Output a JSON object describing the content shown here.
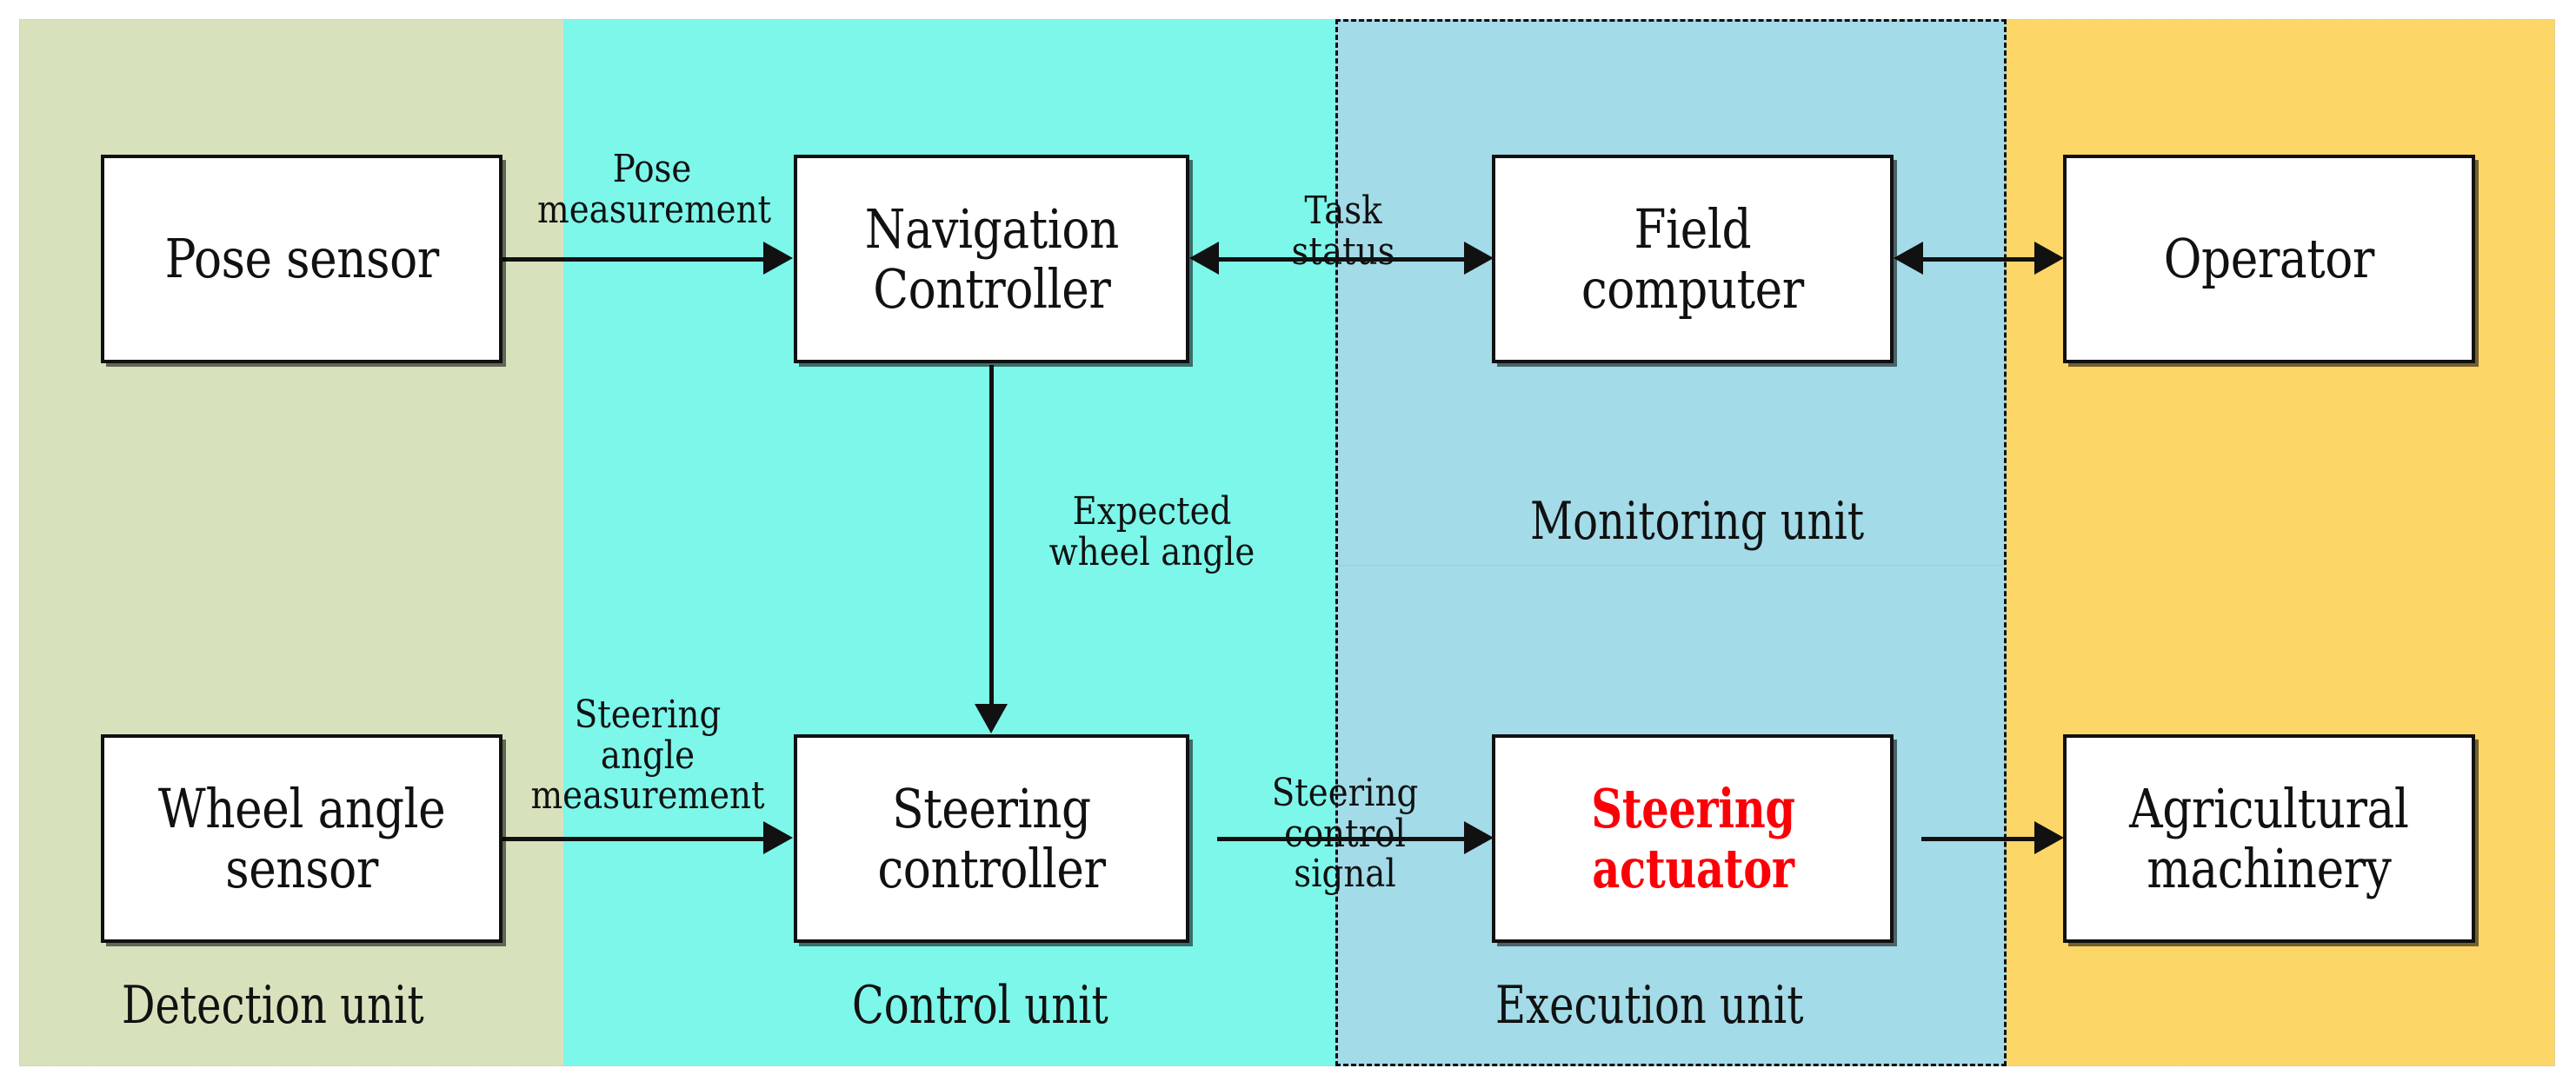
{
  "diagram": {
    "title": "Agricultural auto-steering system architecture",
    "colors": {
      "detection_band": "#d7e2bd",
      "control_band": "#7cf7ea",
      "monitoring_band": "#a3dbe8",
      "operator_band": "#fcd667",
      "highlight_text": "#fb0007",
      "stroke": "#111111"
    }
  },
  "bands": {
    "detection": {
      "caption": "Detection unit"
    },
    "control": {
      "caption": "Control unit"
    },
    "execution": {
      "caption": "Execution unit"
    },
    "monitoring": {
      "caption": "Monitoring unit"
    },
    "operator": {
      "caption": ""
    }
  },
  "nodes": {
    "pose_sensor": {
      "label": "Pose sensor"
    },
    "wheel_angle_sensor": {
      "label": "Wheel angle\nsensor"
    },
    "navigation_controller": {
      "label": "Navigation\nController"
    },
    "steering_controller": {
      "label": "Steering\ncontroller"
    },
    "field_computer": {
      "label": "Field\ncomputer"
    },
    "steering_actuator": {
      "label": "Steering\nactuator"
    },
    "operator": {
      "label": "Operator"
    },
    "agricultural_machinery": {
      "label": "Agricultural\nmachinery"
    }
  },
  "edges": {
    "pose_measurement": {
      "label": "Pose\nmeasurement"
    },
    "task_status": {
      "label": "Task\nstatus"
    },
    "expected_wheel_angle": {
      "label": "Expected\nwheel angle"
    },
    "steering_angle_measurement": {
      "label": "Steering\nangle\nmeasurement"
    },
    "steering_control_signal": {
      "label": "Steering\ncontrol signal"
    }
  }
}
